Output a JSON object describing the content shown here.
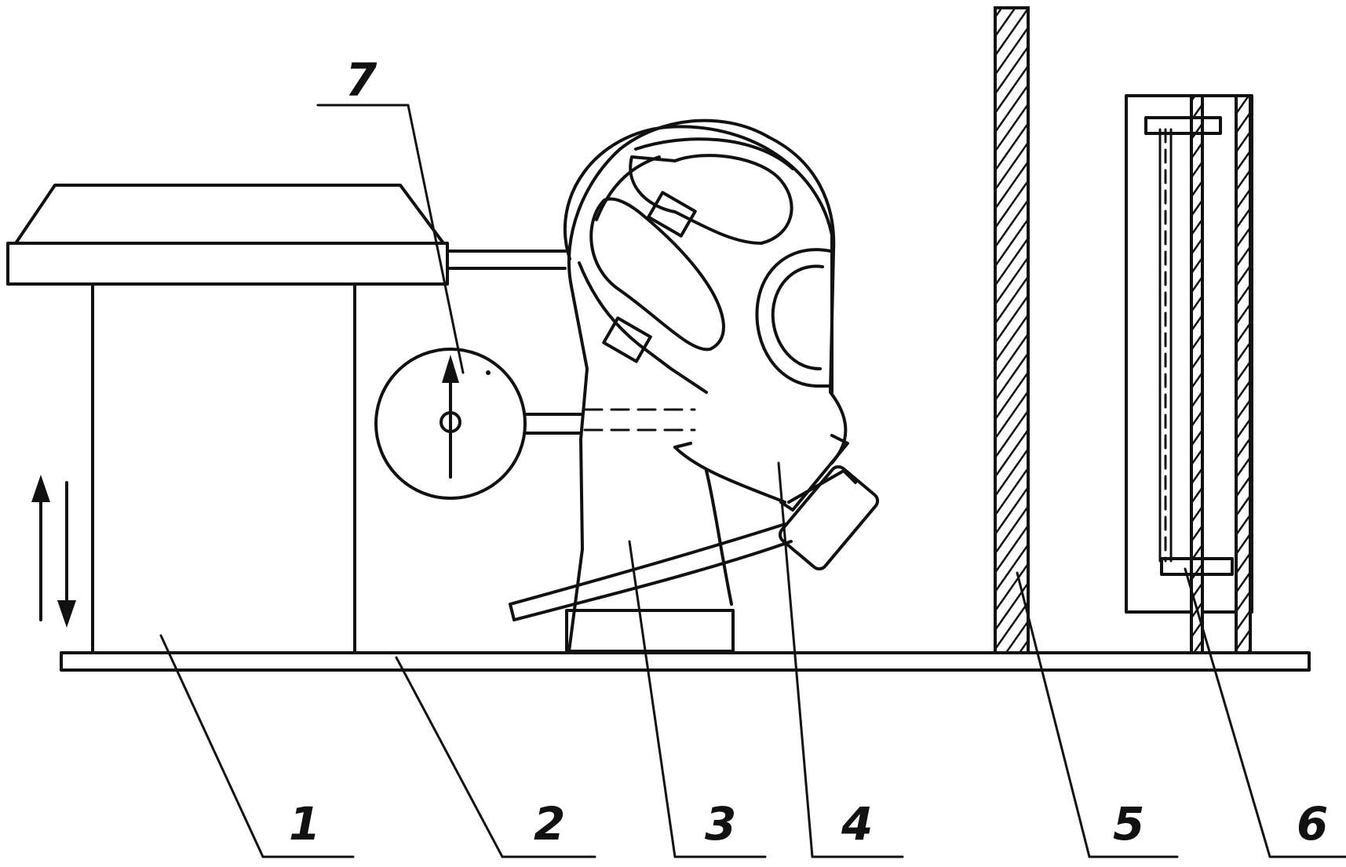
{
  "labels": {
    "l1": "1",
    "l2": "2",
    "l3": "3",
    "l4": "4",
    "l5": "5",
    "l6": "6",
    "l7": "7"
  },
  "colors": {
    "ink": "#111111",
    "background": "#ffffff"
  }
}
